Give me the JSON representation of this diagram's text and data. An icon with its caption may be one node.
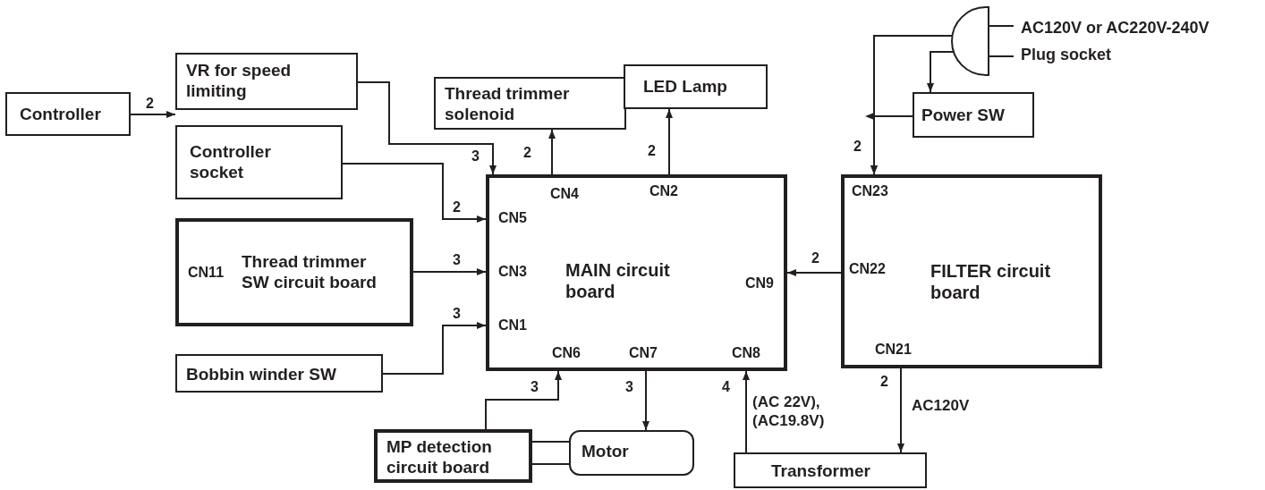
{
  "diagram": {
    "nodes": [
      {
        "text": [
          "Controller"
        ]
      },
      {
        "text": [
          "Controller socket"
        ]
      },
      {
        "text": [
          "VR for speed limiting"
        ]
      },
      {
        "text": [
          "Thread trimmer solenoid"
        ]
      },
      {
        "text": [
          "LED Lamp"
        ]
      },
      {
        "text": [
          "MAIN circuit board",
          "CN4",
          "CN2",
          "CN5",
          "CN3",
          "CN1",
          "CN9",
          "CN6",
          "CN7",
          "CN8"
        ]
      },
      {
        "text": [
          "CN11",
          "Thread trimmer SW circuit board"
        ]
      },
      {
        "text": [
          "Bobbin winder SW"
        ]
      },
      {
        "text": [
          "MP detection circuit board"
        ]
      },
      {
        "text": [
          "Motor"
        ]
      },
      {
        "text": [
          "Transformer"
        ]
      },
      {
        "text": [
          "FILTER circuit board",
          "CN23",
          "CN22",
          "CN21"
        ]
      },
      {
        "text": [
          "Power SW"
        ]
      },
      {
        "text": [],
        "shape": "plug",
        "beside": [
          "AC120V or AC220V-240V",
          "Plug socket"
        ]
      }
    ],
    "edges": [
      {
        "from": 0,
        "to": 1,
        "arrow": "to",
        "label": "2"
      },
      {
        "from": 2,
        "to": 5,
        "arrow": "to",
        "label": "3"
      },
      {
        "from": 1,
        "to": 5,
        "arrow": "to",
        "label": "2"
      },
      {
        "from": 6,
        "to": 5,
        "arrow": "to",
        "label": "3"
      },
      {
        "from": 7,
        "to": 5,
        "arrow": "to",
        "label": "3"
      },
      {
        "from": 5,
        "to": 3,
        "arrow": "to",
        "label": "2"
      },
      {
        "from": 5,
        "to": 4,
        "arrow": "to",
        "label": "2"
      },
      {
        "from": 11,
        "to": 5,
        "arrow": "to",
        "label": "2"
      },
      {
        "from": 8,
        "to": 5,
        "arrow": "to",
        "label": "3"
      },
      {
        "from": 5,
        "to": 9,
        "arrow": "to",
        "label": "3"
      },
      {
        "from": 10,
        "to": 5,
        "arrow": "to",
        "label": "4"
      },
      {
        "from": 11,
        "to": 10,
        "arrow": "to",
        "label": "2"
      },
      {
        "from": 8,
        "to": 9,
        "arrow": "none"
      },
      {
        "from": 8,
        "to": 9,
        "arrow": "none"
      },
      {
        "from": 13,
        "to": 11,
        "arrow": "to",
        "label": "2"
      },
      {
        "from": 13,
        "to": 12,
        "arrow": "to"
      },
      {
        "from": 12,
        "to": 11,
        "arrow": "to"
      }
    ],
    "labels": [
      "(AC 22V), (AC19.8V)",
      "AC120V"
    ]
  }
}
